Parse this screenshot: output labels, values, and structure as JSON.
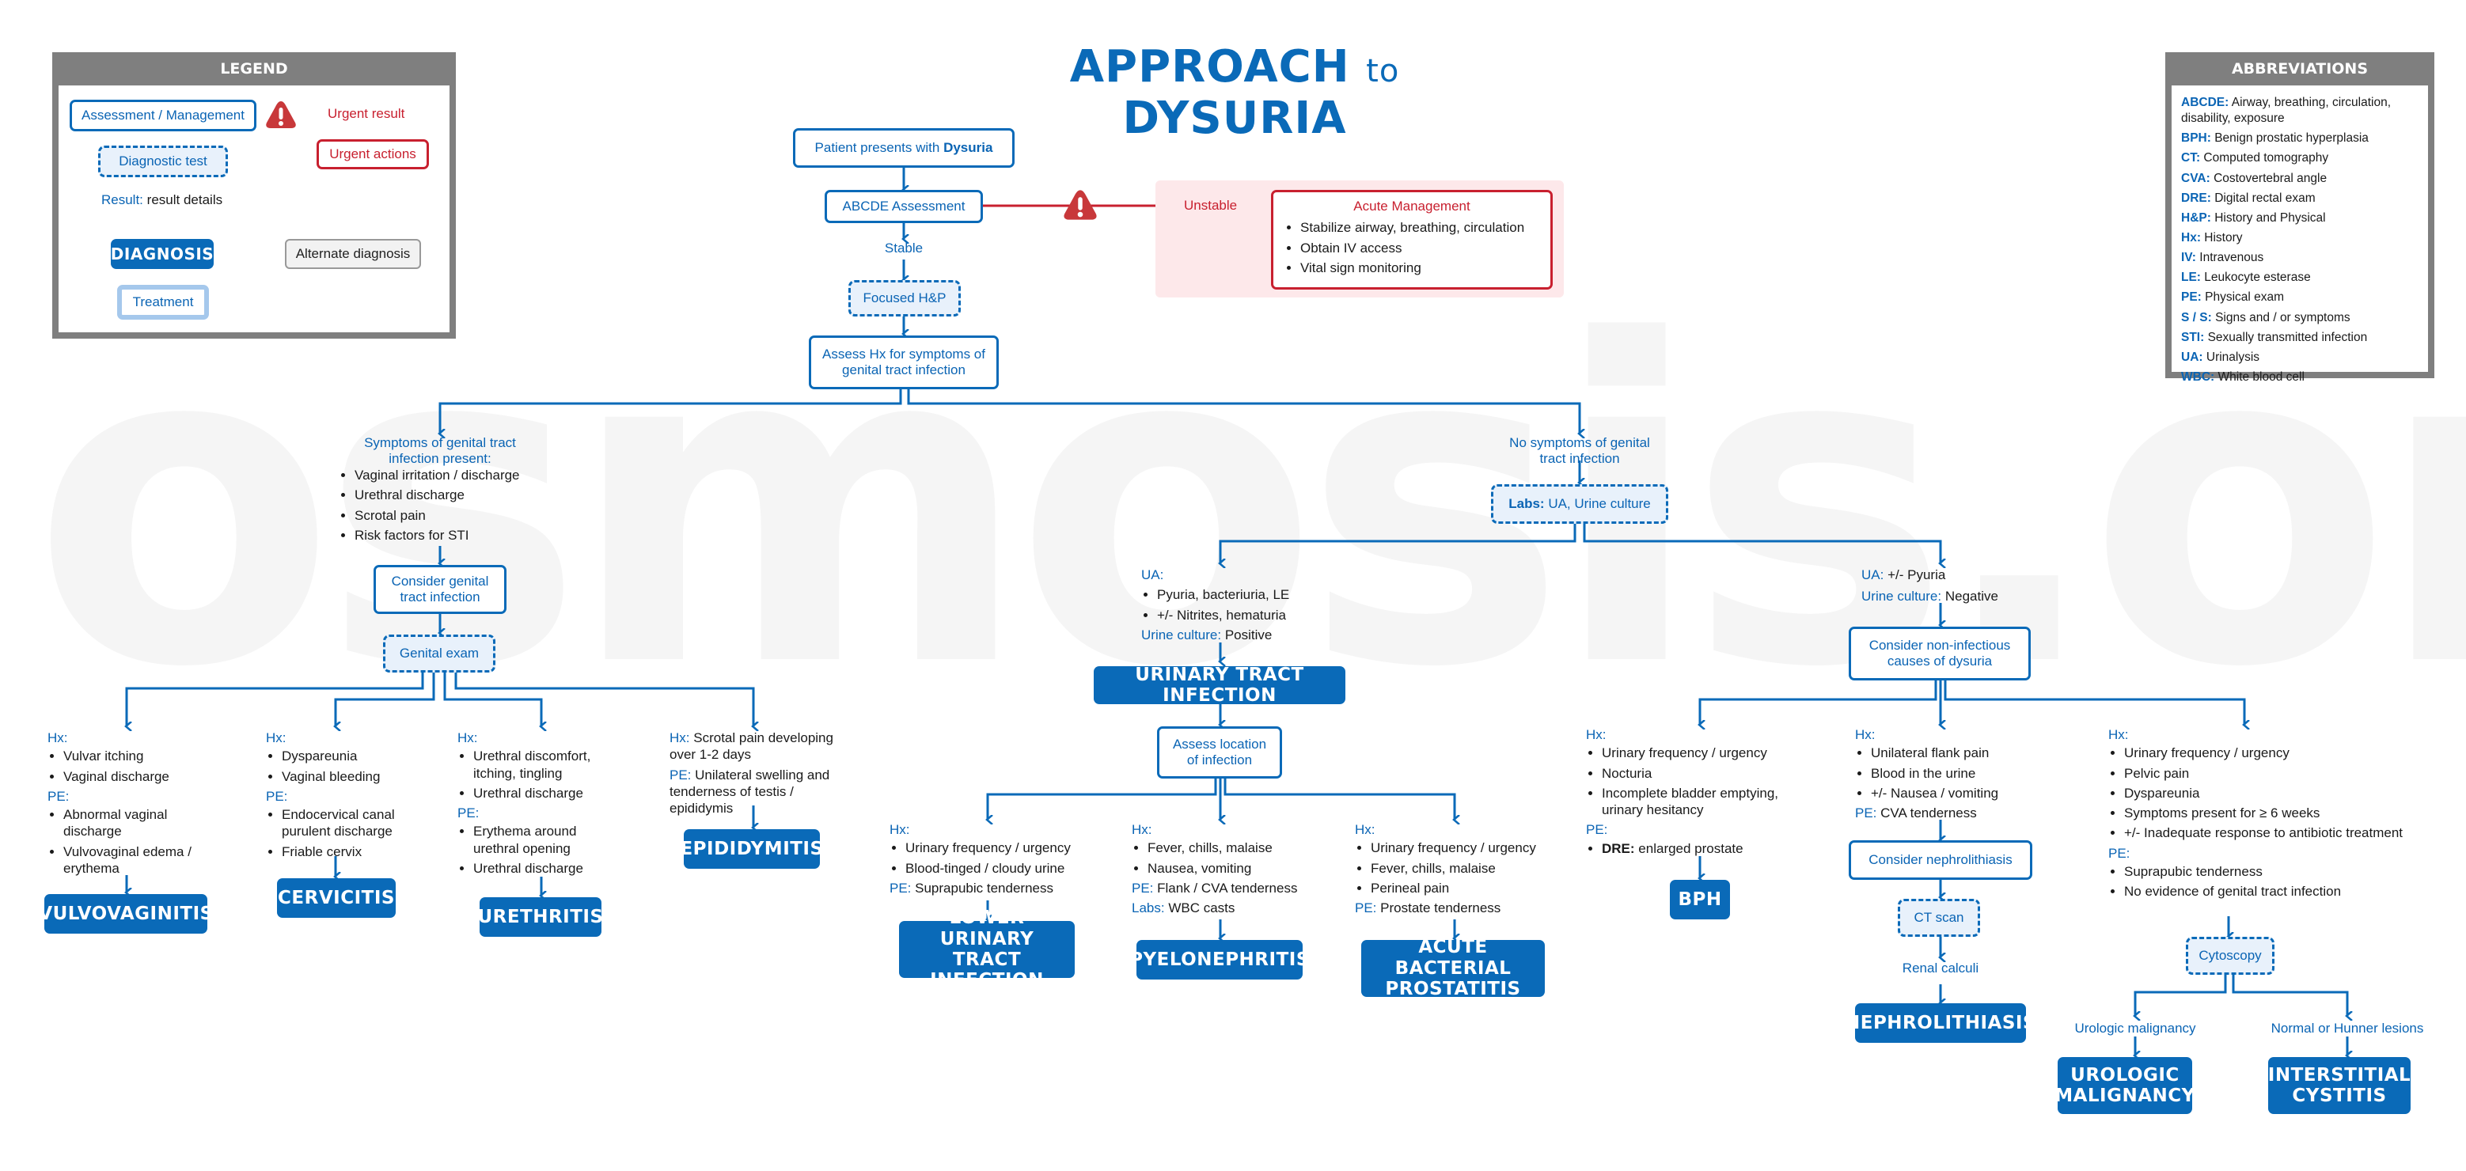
{
  "title": {
    "main1": "APPROACH",
    "connector": "to",
    "main2": "DYSURIA"
  },
  "watermark": "osmosis.org",
  "legend": {
    "heading": "LEGEND",
    "assessment": "Assessment / Management",
    "diagnostic_test": "Diagnostic test",
    "result_label": "Result:",
    "result_value": "result details",
    "diagnosis": "DIAGNOSIS",
    "treatment": "Treatment",
    "alternate": "Alternate diagnosis",
    "urgent_result": "Urgent result",
    "urgent_actions": "Urgent actions",
    "warning_icon": "warning-triangle-icon"
  },
  "abbreviations": {
    "heading": "ABBREVIATIONS",
    "items": [
      {
        "abbr": "ABCDE:",
        "def": "Airway, breathing, circulation, disability, exposure"
      },
      {
        "abbr": "BPH:",
        "def": "Benign prostatic hyperplasia"
      },
      {
        "abbr": "CT:",
        "def": "Computed tomography"
      },
      {
        "abbr": "CVA:",
        "def": "Costovertebral angle"
      },
      {
        "abbr": "DRE:",
        "def": "Digital rectal exam"
      },
      {
        "abbr": "H&P:",
        "def": "History and Physical"
      },
      {
        "abbr": "Hx:",
        "def": "History"
      },
      {
        "abbr": "IV:",
        "def": "Intravenous"
      },
      {
        "abbr": "LE:",
        "def": "Leukocyte esterase"
      },
      {
        "abbr": "PE:",
        "def": "Physical exam"
      },
      {
        "abbr": "S / S:",
        "def": "Signs and / or symptoms"
      },
      {
        "abbr": "STI:",
        "def": "Sexually transmitted infection"
      },
      {
        "abbr": "UA:",
        "def": "Urinalysis"
      },
      {
        "abbr": "WBC:",
        "def": "White blood cell"
      }
    ]
  },
  "top": {
    "presents_prefix": "Patient presents with",
    "presents_bold": "Dysuria",
    "abcde": "ABCDE Assessment",
    "stable": "Stable",
    "focused": "Focused H&P",
    "assess_hx": "Assess Hx for symptoms of genital tract infection",
    "unstable": "Unstable",
    "acute_title": "Acute Management",
    "acute_items": [
      "Stabilize airway, breathing, circulation",
      "Obtain IV access",
      "Vital sign monitoring"
    ]
  },
  "left": {
    "heading": "Symptoms of genital tract infection present:",
    "items": [
      "Vaginal irritation / discharge",
      "Urethral discharge",
      "Scrotal pain",
      "Risk factors for STI"
    ],
    "consider": "Consider genital tract infection",
    "exam": "Genital exam",
    "branches": [
      {
        "hx_label": "Hx:",
        "hx": [
          "Vulvar itching",
          "Vaginal discharge"
        ],
        "pe_label": "PE:",
        "pe": [
          "Abnormal vaginal discharge",
          "Vulvovaginal edema / erythema"
        ],
        "dx": "VULVOVAGINITIS"
      },
      {
        "hx_label": "Hx:",
        "hx": [
          "Dyspareunia",
          "Vaginal bleeding"
        ],
        "pe_label": "PE:",
        "pe": [
          "Endocervical canal purulent discharge",
          "Friable cervix"
        ],
        "dx": "CERVICITIS"
      },
      {
        "hx_label": "Hx:",
        "hx": [
          "Urethral discomfort, itching, tingling",
          "Urethral discharge"
        ],
        "pe_label": "PE:",
        "pe": [
          "Erythema around urethral opening",
          "Urethral discharge"
        ],
        "dx": "URETHRITIS"
      },
      {
        "hx_label": "Hx:",
        "hx_text": "Scrotal pain developing over 1-2 days",
        "pe_label": "PE:",
        "pe_text": "Unilateral swelling and tenderness of testis / epididymis",
        "dx": "EPIDIDYMITIS"
      }
    ]
  },
  "right": {
    "heading": "No symptoms of genital tract infection",
    "labs_label": "Labs:",
    "labs_value": "UA, Urine culture",
    "uti_path": {
      "ua_label": "UA:",
      "ua_items": [
        "Pyuria, bacteriuria, LE",
        "+/- Nitrites, hematuria"
      ],
      "culture_label": "Urine culture:",
      "culture_value": "Positive",
      "dx": "URINARY TRACT INFECTION",
      "assess": "Assess location of infection",
      "branches": [
        {
          "hx_label": "Hx:",
          "hx": [
            "Urinary frequency / urgency",
            "Blood-tinged / cloudy urine"
          ],
          "pe_label": "PE:",
          "pe_text": "Suprapubic tenderness",
          "dx": "LOWER URINARY TRACT INFECTION"
        },
        {
          "hx_label": "Hx:",
          "hx": [
            "Fever, chills, malaise",
            "Nausea, vomiting"
          ],
          "pe_label": "PE:",
          "pe_text": "Flank / CVA tenderness",
          "labs_label": "Labs:",
          "labs_text": "WBC casts",
          "dx": "PYELONEPHRITIS"
        },
        {
          "hx_label": "Hx:",
          "hx": [
            "Urinary frequency / urgency",
            "Fever, chills, malaise",
            "Perineal pain"
          ],
          "pe_label": "PE:",
          "pe_text": "Prostate tenderness",
          "dx": "ACUTE BACTERIAL PROSTATITIS"
        }
      ]
    },
    "noninf_path": {
      "ua_label": "UA:",
      "ua_value": "+/- Pyuria",
      "culture_label": "Urine culture:",
      "culture_value": "Negative",
      "consider": "Consider non-infectious causes of dysuria",
      "bph": {
        "hx_label": "Hx:",
        "hx": [
          "Urinary frequency / urgency",
          "Nocturia",
          "Incomplete bladder emptying, urinary hesitancy"
        ],
        "pe_label": "PE:",
        "pe_bold": "DRE:",
        "pe_text": "enlarged prostate",
        "dx": "BPH"
      },
      "stone": {
        "hx_label": "Hx:",
        "hx": [
          "Unilateral flank pain",
          "Blood in the urine",
          "+/- Nausea / vomiting"
        ],
        "pe_label": "PE:",
        "pe_text": "CVA tenderness",
        "consider": "Consider nephrolithiasis",
        "test": "CT scan",
        "result": "Renal calculi",
        "dx": "NEPHROLITHIASIS"
      },
      "ic": {
        "hx_label": "Hx:",
        "hx": [
          "Urinary frequency / urgency",
          "Pelvic pain",
          "Dyspareunia",
          "Symptoms present for ≥ 6 weeks",
          "+/- Inadequate response to antibiotic treatment"
        ],
        "pe_label": "PE:",
        "pe": [
          "Suprapubic tenderness",
          "No evidence of genital tract infection"
        ],
        "test": "Cytoscopy",
        "result_a": "Urologic malignancy",
        "dx_a": "UROLOGIC MALIGNANCY",
        "result_b": "Normal or Hunner lesions",
        "dx_b": "INTERSTITIAL CYSTITIS"
      }
    }
  },
  "colors": {
    "primary": "#0a6ab8",
    "urgent": "#c8202f",
    "urgent_bg": "#fde8ea",
    "test_bg": "#e8f1fb",
    "panel_gray": "#7f7f7f"
  }
}
